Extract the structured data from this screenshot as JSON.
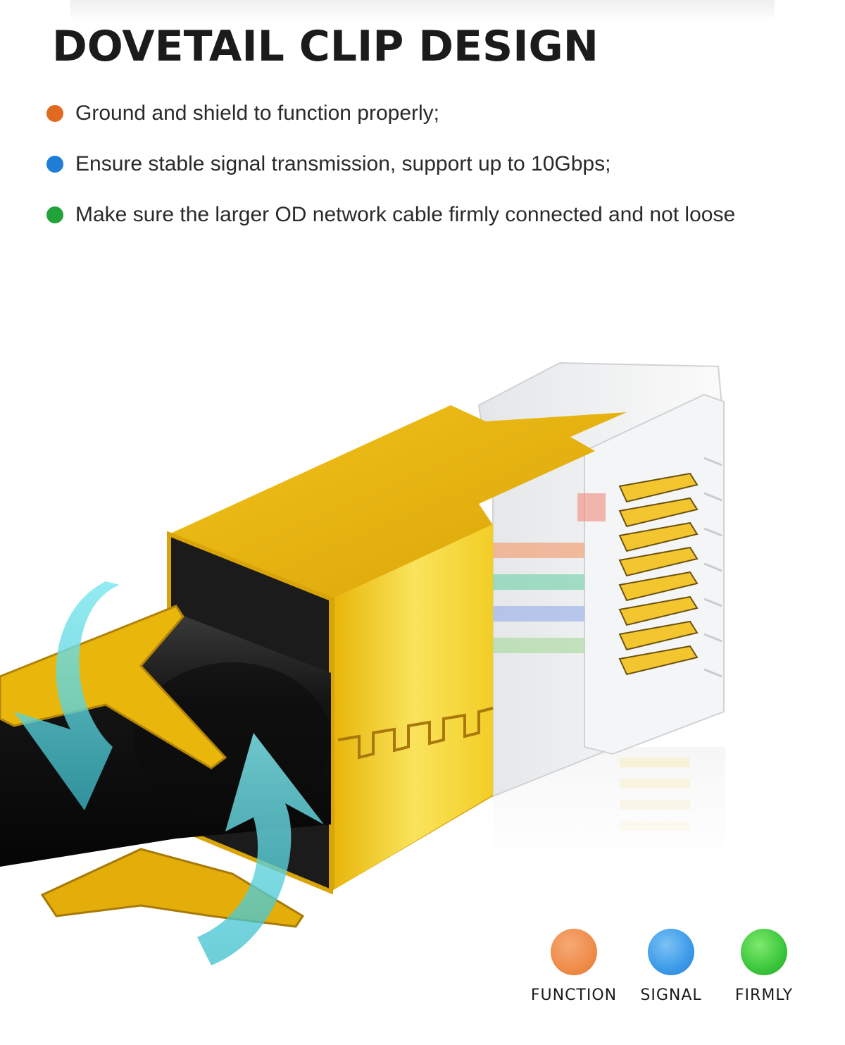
{
  "title": "DOVETAIL CLIP DESIGN",
  "features": [
    {
      "text": "Ground and shield to function properly;",
      "color": "#e06a1f"
    },
    {
      "text": "Ensure stable signal transmission, support up to 10Gbps;",
      "color": "#1f7fd6"
    },
    {
      "text": "Make sure the larger OD network cable firmly connected and not loose",
      "color": "#21a33a"
    }
  ],
  "legend": [
    {
      "label": "FUNCTION",
      "color": "#ef8c4a"
    },
    {
      "label": "SIGNAL",
      "color": "#3c9ae8"
    },
    {
      "label": "FIRMLY",
      "color": "#3cc63c"
    }
  ],
  "colors": {
    "gold": "#e8b70c",
    "cable": "#111111",
    "arrow": "#55d6de"
  }
}
